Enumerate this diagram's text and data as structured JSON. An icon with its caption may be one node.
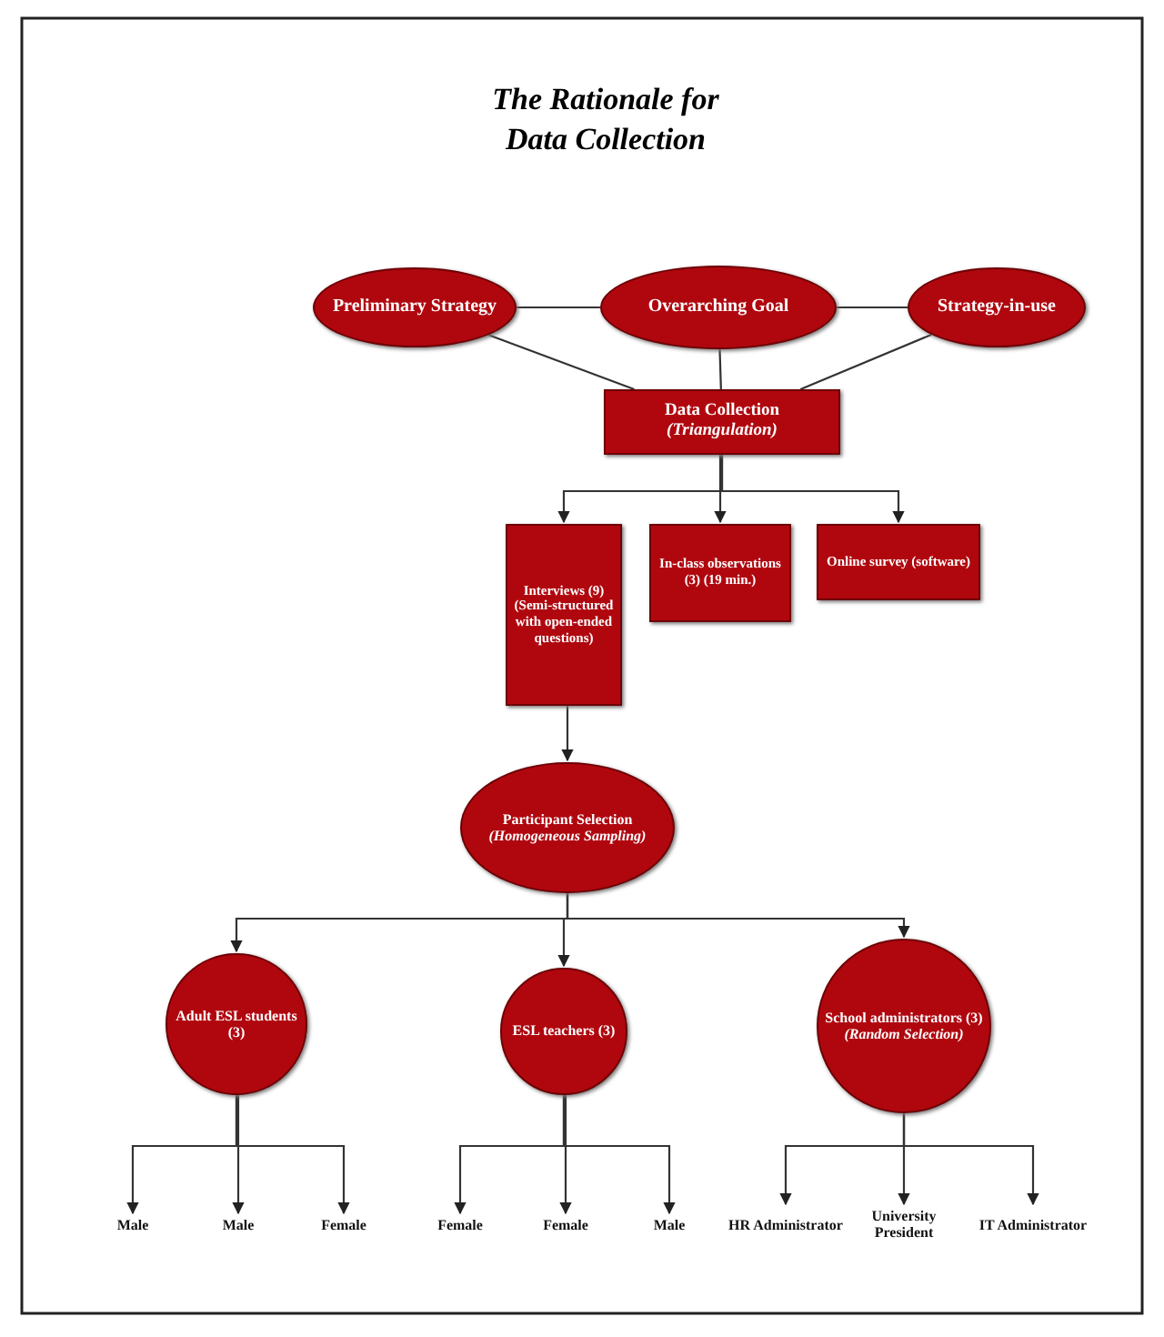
{
  "diagram": {
    "title": "The Rationale for Data Collection",
    "nodes": [
      {
        "text": [
          "Preliminary Strategy"
        ]
      },
      {
        "text": [
          "Overarching Goal"
        ]
      },
      {
        "text": [
          "Strategy-in-use"
        ]
      },
      {
        "text": [
          "Data Collection *(Triangulation)*"
        ]
      },
      {
        "text": [
          "Interviews (9) (Semi-structured with open-ended questions)"
        ]
      },
      {
        "text": [
          "In-class observations (3) (19 min.)"
        ]
      },
      {
        "text": [
          "Online survey (software)"
        ]
      },
      {
        "text": [
          "Participant Selection *(Homogeneous Sampling)*"
        ]
      },
      {
        "text": [
          "Adult ESL students (3)"
        ]
      },
      {
        "text": [
          "ESL teachers (3)"
        ]
      },
      {
        "text": [
          "School administrators (3) *(Random Selection)*"
        ]
      },
      {
        "text": [
          "Male"
        ]
      },
      {
        "text": [
          "Male"
        ]
      },
      {
        "text": [
          "Female"
        ]
      },
      {
        "text": [
          "Female"
        ]
      },
      {
        "text": [
          "Female"
        ]
      },
      {
        "text": [
          "Male"
        ]
      },
      {
        "text": [
          "HR Administrator"
        ]
      },
      {
        "text": [
          "University President"
        ]
      },
      {
        "text": [
          "IT Administrator"
        ]
      }
    ],
    "edges": [
      {
        "from": 0,
        "to": 1,
        "arrow": "none"
      },
      {
        "from": 1,
        "to": 2,
        "arrow": "none"
      },
      {
        "from": 0,
        "to": 3,
        "arrow": "none"
      },
      {
        "from": 1,
        "to": 3,
        "arrow": "none"
      },
      {
        "from": 2,
        "to": 3,
        "arrow": "none"
      },
      {
        "from": 3,
        "to": 4,
        "arrow": "to"
      },
      {
        "from": 3,
        "to": 5,
        "arrow": "to"
      },
      {
        "from": 3,
        "to": 6,
        "arrow": "to"
      },
      {
        "from": 4,
        "to": 7,
        "arrow": "to"
      },
      {
        "from": 7,
        "to": 8,
        "arrow": "to"
      },
      {
        "from": 7,
        "to": 9,
        "arrow": "to"
      },
      {
        "from": 7,
        "to": 10,
        "arrow": "to"
      },
      {
        "from": 8,
        "to": 11,
        "arrow": "to"
      },
      {
        "from": 8,
        "to": 12,
        "arrow": "to"
      },
      {
        "from": 8,
        "to": 13,
        "arrow": "to"
      },
      {
        "from": 9,
        "to": 14,
        "arrow": "to"
      },
      {
        "from": 9,
        "to": 15,
        "arrow": "to"
      },
      {
        "from": 9,
        "to": 16,
        "arrow": "to"
      },
      {
        "from": 10,
        "to": 17,
        "arrow": "to"
      },
      {
        "from": 10,
        "to": 18,
        "arrow": "to"
      },
      {
        "from": 10,
        "to": 19,
        "arrow": "to"
      }
    ]
  }
}
